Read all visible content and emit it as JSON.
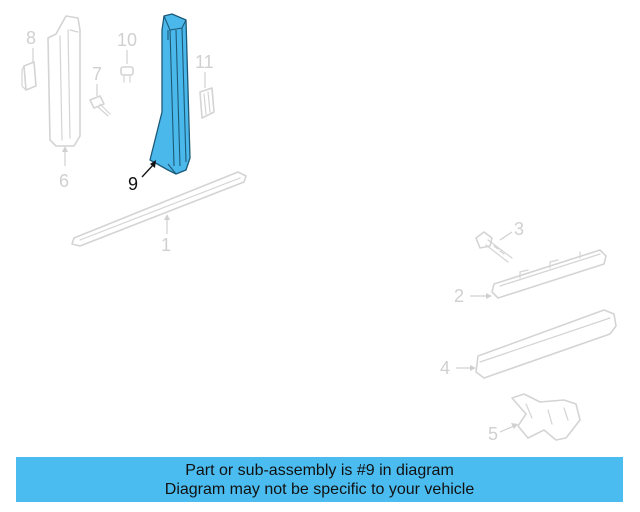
{
  "diagram": {
    "callouts": {
      "c1": "1",
      "c2": "2",
      "c3": "3",
      "c4": "4",
      "c5": "5",
      "c6": "6",
      "c7": "7",
      "c8": "8",
      "c9": "9",
      "c10": "10",
      "c11": "11"
    },
    "highlighted_part": "9",
    "highlight_color": "#4bb8ec"
  },
  "banner": {
    "line1": "Part or sub-assembly is #9 in diagram",
    "line2": "Diagram may not be specific to your vehicle",
    "background": "#4bbcf0"
  }
}
